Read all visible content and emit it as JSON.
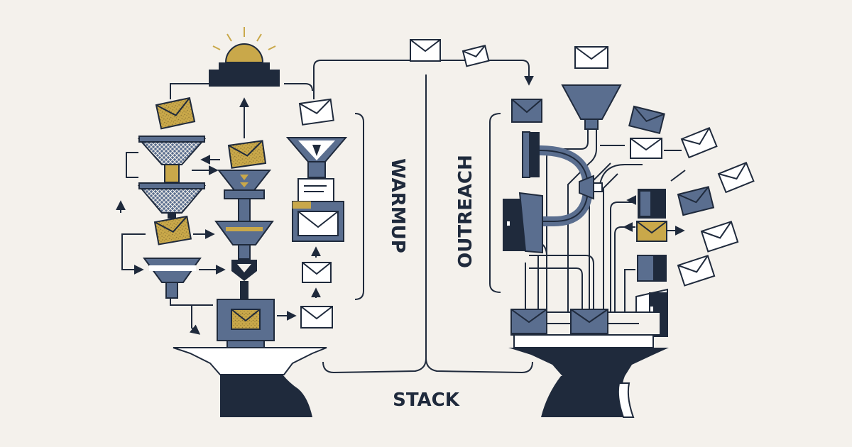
{
  "labels": {
    "warmup": "WARMUP",
    "outreach": "OUTREACH",
    "stack": "STACK"
  },
  "colors": {
    "background": "#f4f1ec",
    "navy": "#1f2a3c",
    "slate": "#5a6e8f",
    "gold": "#c9a84a",
    "light": "#ffffff",
    "line": "#1f2a3c"
  },
  "icons": [
    "envelope-icon",
    "funnel-icon",
    "beacon-icon",
    "anvil-icon",
    "pipe-icon",
    "arrow-icon",
    "door-icon"
  ]
}
